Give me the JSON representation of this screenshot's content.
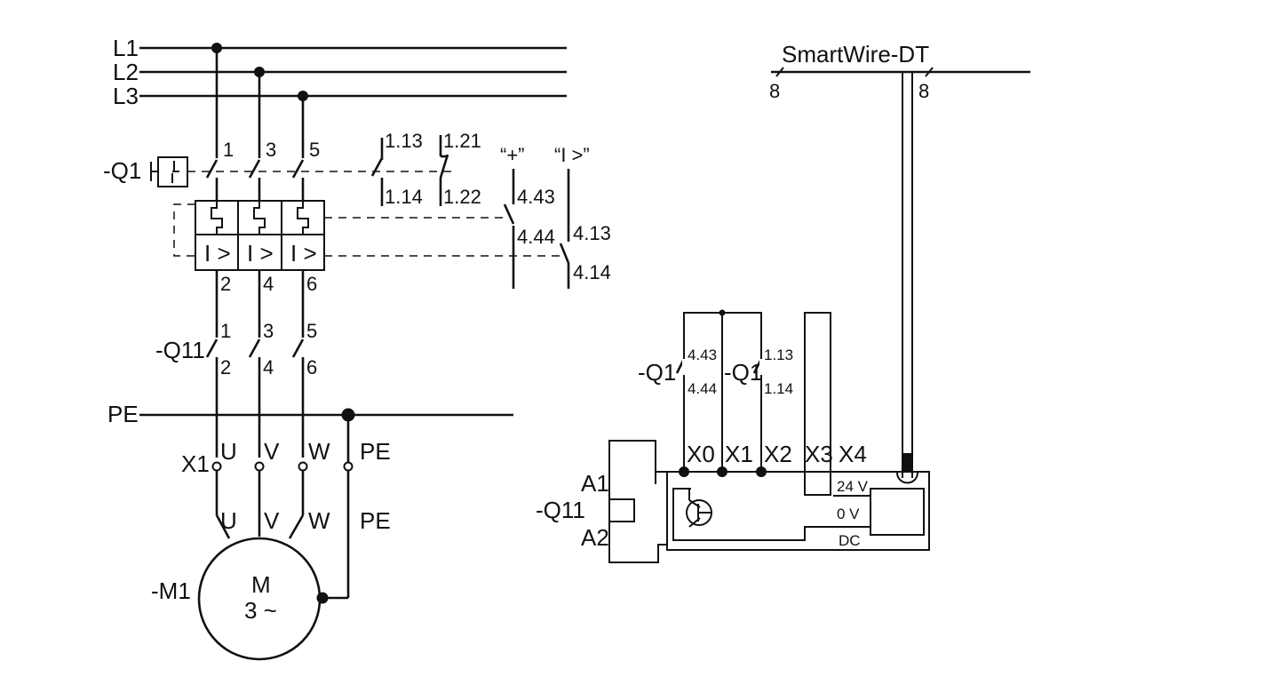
{
  "bus": {
    "l1": "L1",
    "l2": "L2",
    "l3": "L3",
    "pe": "PE"
  },
  "q1": {
    "ref": "-Q1",
    "t1": "1",
    "t3": "3",
    "t5": "5",
    "t2": "2",
    "t4": "4",
    "t6": "6",
    "trip_symbol": "I >",
    "aux_113": "1.13",
    "aux_114": "1.14",
    "aux_121": "1.21",
    "aux_122": "1.22",
    "sig_plus": "“+”",
    "sig_trip": "“I >”",
    "aux_443": "4.43",
    "aux_444": "4.44",
    "aux_413": "4.13",
    "aux_414": "4.14"
  },
  "q11": {
    "ref": "-Q11",
    "t1": "1",
    "t3": "3",
    "t5": "5",
    "t2": "2",
    "t4": "4",
    "t6": "6"
  },
  "terminals": {
    "x1": "X1",
    "u": "U",
    "v": "V",
    "w": "W",
    "pe": "PE"
  },
  "motor": {
    "ref": "-M1",
    "symbol": "M",
    "type": "3 ~"
  },
  "smartwire": {
    "title": "SmartWire-DT",
    "count_left": "8",
    "count_right": "8",
    "x0": "X0",
    "x1": "X1",
    "x2": "X2",
    "x3": "X3",
    "x4": "X4",
    "v24": "24 V",
    "v0": "0 V",
    "dc": "DC"
  },
  "control": {
    "q1_ref_a": "-Q1",
    "q1_a_top": "4.43",
    "q1_a_bot": "4.44",
    "q1_ref_b": "-Q1",
    "q1_b_top": "1.13",
    "q1_b_bot": "1.14",
    "coil_ref": "-Q11",
    "coil_a1": "A1",
    "coil_a2": "A2"
  }
}
